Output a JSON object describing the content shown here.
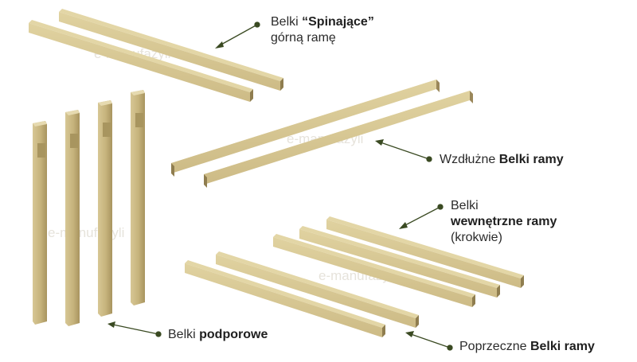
{
  "watermark": "e-manufazyli",
  "labels": {
    "spinajace": {
      "line1_prefix": "Belki ",
      "line1_bold": "“Spinające”",
      "line2": "górną ramę"
    },
    "wzdluzne": {
      "prefix": "Wzdłużne ",
      "bold": "Belki ramy"
    },
    "wewnetrzne": {
      "line1": "Belki",
      "line2_bold": "wewnętrzne ramy",
      "line3": "(krokwie)"
    },
    "podporowe": {
      "prefix": "Belki ",
      "bold": "podporowe"
    },
    "poprzeczne": {
      "prefix": "Poprzeczne ",
      "bold": "Belki ramy"
    }
  },
  "colors": {
    "wood_light": "#d2c18d",
    "wood_mid": "#b9a672",
    "wood_dark": "#8f7d4f",
    "leader": "#3a4a22"
  }
}
